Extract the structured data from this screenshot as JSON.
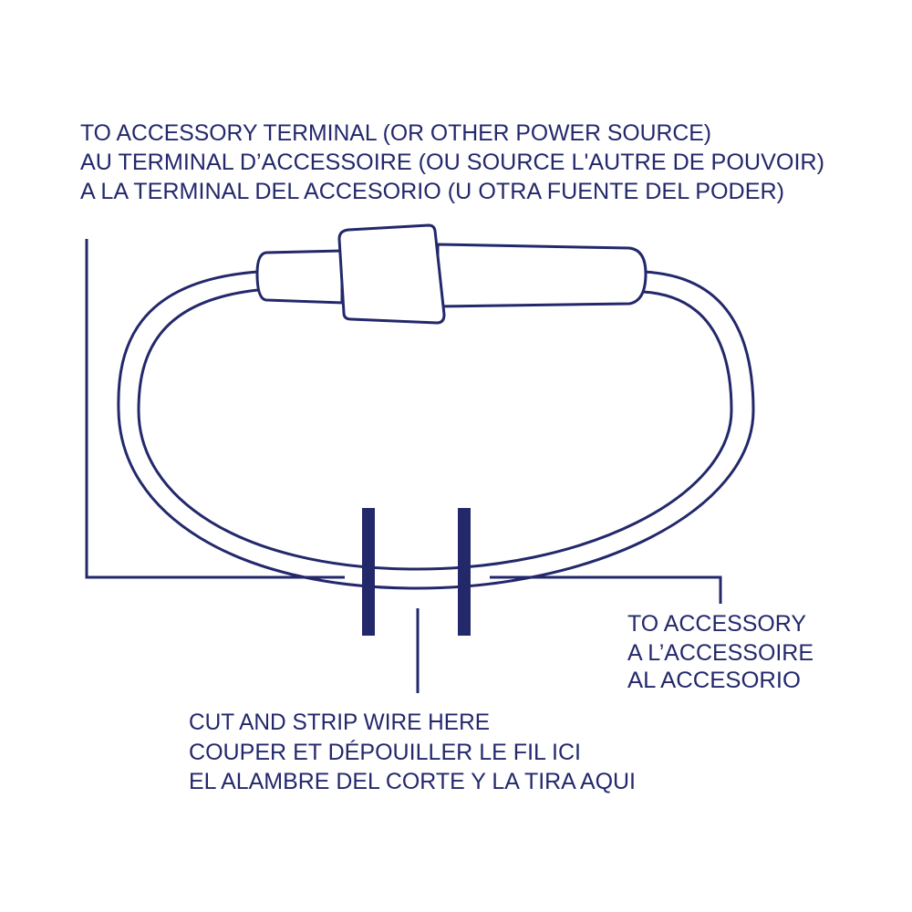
{
  "colors": {
    "ink": "#23286b",
    "background": "#ffffff"
  },
  "labels": {
    "top": [
      "TO ACCESSORY TERMINAL (OR OTHER POWER SOURCE)",
      "AU TERMINAL D’ACCESSOIRE (OU SOURCE L'AUTRE DE POUVOIR)",
      "A LA TERMINAL DEL ACCESORIO (U OTRA FUENTE DEL PODER)"
    ],
    "right": [
      "TO ACCESSORY",
      "A L’ACCESSOIRE",
      "AL ACCESORIO"
    ],
    "bottom": [
      "CUT AND STRIP WIRE HERE",
      "COUPER ET DÉPOUILLER LE FIL ICI",
      "EL ALAMBRE DEL CORTE Y LA TIRA AQUI"
    ]
  }
}
